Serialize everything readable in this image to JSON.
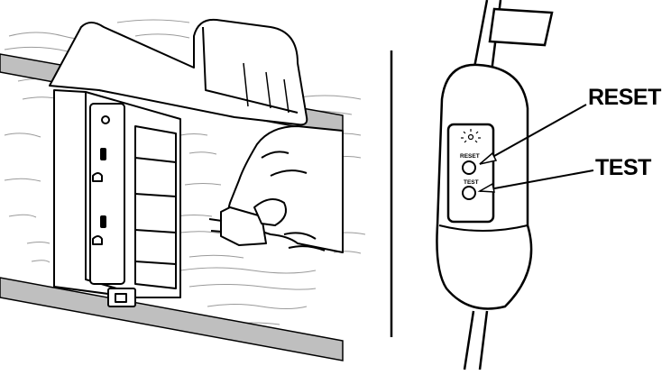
{
  "labels": {
    "reset": "RESET",
    "test": "TEST"
  },
  "gfci_buttons": {
    "reset": "RESET",
    "test": "TEST"
  },
  "colors": {
    "line": "#000000",
    "fill": "#ffffff",
    "band": "#bfbfbf",
    "grain": "#9a9a9a"
  }
}
